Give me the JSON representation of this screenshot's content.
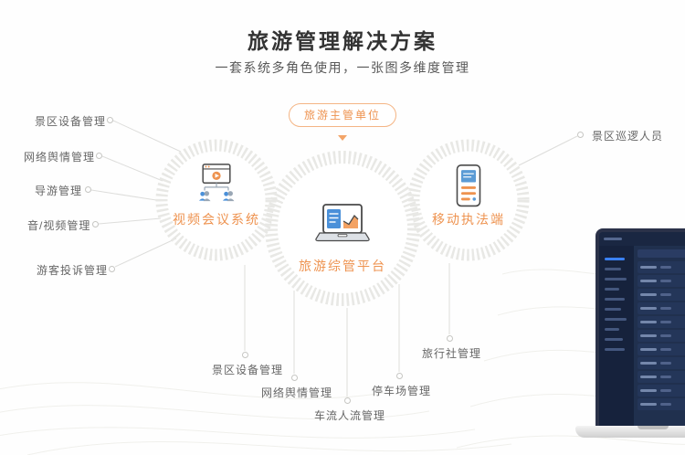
{
  "header": {
    "title": "旅游管理解决方案",
    "subtitle": "一套系统多角色使用，一张图多维度管理"
  },
  "hub": {
    "label": "旅游主管单位"
  },
  "circles": {
    "video": {
      "label": "视频会议系统",
      "icon": "video-conference-icon"
    },
    "platform": {
      "label": "旅游综管平台",
      "icon": "laptop-chart-icon"
    },
    "mobile": {
      "label": "移动执法端",
      "icon": "handheld-terminal-icon"
    }
  },
  "left_labels": [
    "景区设备管理",
    "网络舆情管理",
    "导游管理",
    "音/视频管理",
    "游客投诉管理"
  ],
  "right_labels": [
    "景区巡逻人员"
  ],
  "bottom_labels": [
    "景区设备管理",
    "网络舆情管理",
    "车流人流管理",
    "停车场管理",
    "旅行社管理"
  ],
  "colors": {
    "accent_orange": "#ee9350",
    "accent_blue": "#4a90d9",
    "ring": "#e8e8e5",
    "connector_line": "#dddddb",
    "text_muted": "#666666",
    "title_text": "#333333"
  }
}
